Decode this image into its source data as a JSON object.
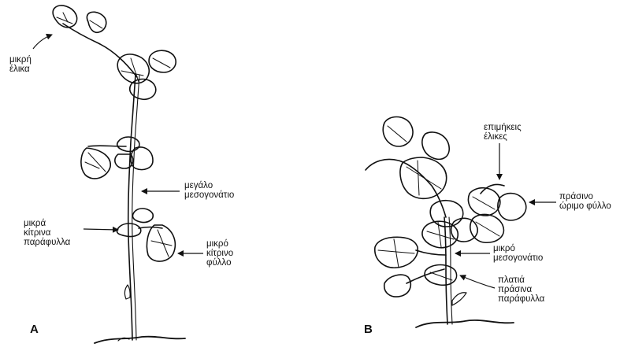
{
  "panel_a": {
    "letter": "A",
    "labels": {
      "small_tendril": [
        "μικρή",
        "έλικα"
      ],
      "long_internode": [
        "μεγάλο",
        "μεσογονάτιο"
      ],
      "small_yellow_stipules": [
        "μικρά",
        "κίτρινα",
        "παράφυλλα"
      ],
      "small_yellow_leaf": [
        "μικρό",
        "κίτρινο",
        "φύλλο"
      ]
    }
  },
  "panel_b": {
    "letter": "B",
    "labels": {
      "long_tendrils": [
        "επιμήκεις",
        "έλικες"
      ],
      "green_mature_leaf": [
        "πράσινο",
        "ώριμο φύλλο"
      ],
      "short_internode": [
        "μικρό",
        "μεσογονάτιο"
      ],
      "wide_green_stipules": [
        "πλατιά",
        "πράσινα",
        "παράφυλλα"
      ]
    }
  }
}
